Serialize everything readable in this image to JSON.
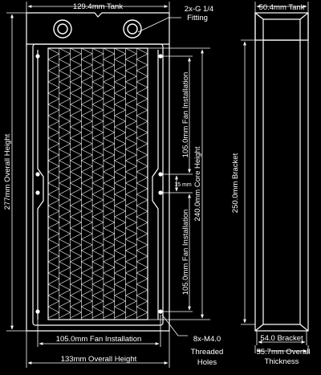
{
  "labels": {
    "tank_width": "129.4mm Tank",
    "fitting_line1": "2x-G 1/4",
    "fitting_line2": "Fitting",
    "side_tank": "50.4mm Tank",
    "overall_height": "277mm Overall Height",
    "fan_install_top": "105.0mm Fan Installation",
    "fan_install_bottom": "105.0mm Fan Installation",
    "core_height": "240.0mm Core Height",
    "hole_gap": "15 mm",
    "bracket_height": "250.0mm Bracket",
    "fan_install_horizontal": "105.0mm Fan Installation",
    "overall_width": "133mm Overall Height",
    "threaded_line1": "8x-M4.0",
    "threaded_line2": "Threaded",
    "threaded_line3": "Holes",
    "bracket_width": "54.0 Bracket",
    "thickness_line1": "55.7mm Overall",
    "thickness_line2": "Thickness"
  },
  "colors": {
    "background": "#000000",
    "line": "#ffffff"
  }
}
